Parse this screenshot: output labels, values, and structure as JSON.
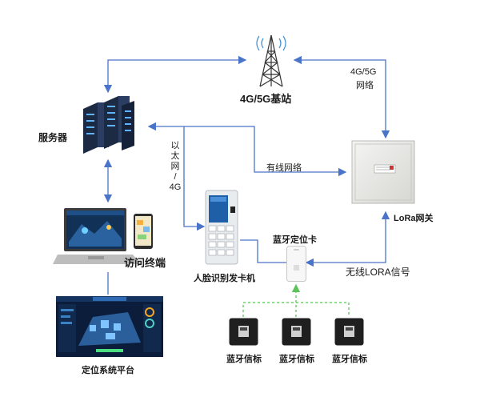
{
  "nodes": {
    "tower": "4G/5G基站",
    "server": "服务器",
    "gateway": "LoRa网关",
    "access_terminal": "访问终端",
    "face_card_machine": "人脸识别发卡机",
    "positioning_platform": "定位系统平台",
    "bluetooth_card": "蓝牙定位卡",
    "beacons": [
      "蓝牙信标",
      "蓝牙信标",
      "蓝牙信标"
    ]
  },
  "links": {
    "tower_gateway": [
      "4G/5G",
      "网络"
    ],
    "wired_network": "有线网络",
    "ethernet_4g": [
      "以",
      "太",
      "网",
      "/",
      "4G"
    ],
    "wireless_lora": "无线LORA信号"
  },
  "colors": {
    "link": "#4a74c9",
    "beacon_link": "#5cc25a"
  }
}
